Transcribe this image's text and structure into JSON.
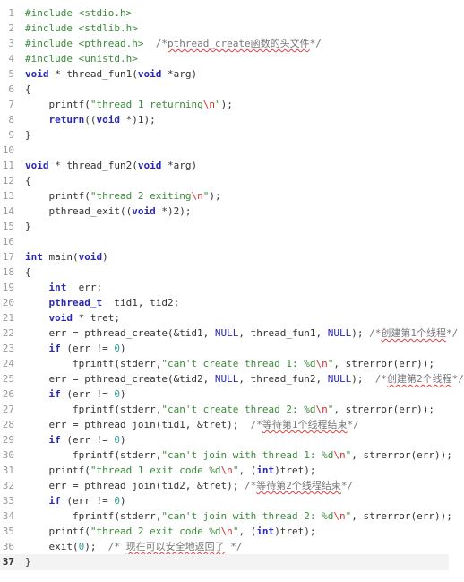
{
  "lines": [
    {
      "n": "1",
      "tokens": [
        [
          "pp",
          "#include <stdio.h>"
        ]
      ]
    },
    {
      "n": "2",
      "tokens": [
        [
          "pp",
          "#include <stdlib.h>"
        ]
      ]
    },
    {
      "n": "3",
      "tokens": [
        [
          "pp",
          "#include <pthread.h>"
        ],
        [
          "txt",
          "  "
        ],
        [
          "cm",
          "/*"
        ],
        [
          "cmsq",
          "pthread_create函数的头文件"
        ],
        [
          "cm",
          "*/"
        ]
      ]
    },
    {
      "n": "4",
      "tokens": [
        [
          "pp",
          "#include <unistd.h>"
        ]
      ]
    },
    {
      "n": "5",
      "tokens": [
        [
          "kw",
          "void"
        ],
        [
          "txt",
          " * thread_fun1("
        ],
        [
          "kw",
          "void"
        ],
        [
          "txt",
          " *arg)"
        ]
      ]
    },
    {
      "n": "6",
      "tokens": [
        [
          "txt",
          "{"
        ]
      ]
    },
    {
      "n": "7",
      "tokens": [
        [
          "txt",
          "    printf("
        ],
        [
          "str",
          "\"thread 1 returning"
        ],
        [
          "esc",
          "\\n"
        ],
        [
          "str",
          "\""
        ],
        [
          "txt",
          ");"
        ]
      ]
    },
    {
      "n": "8",
      "tokens": [
        [
          "txt",
          "    "
        ],
        [
          "kw",
          "return"
        ],
        [
          "txt",
          "(("
        ],
        [
          "kw",
          "void"
        ],
        [
          "txt",
          " *)1);"
        ]
      ]
    },
    {
      "n": "9",
      "tokens": [
        [
          "txt",
          "}"
        ]
      ]
    },
    {
      "n": "10",
      "tokens": []
    },
    {
      "n": "11",
      "tokens": [
        [
          "kw",
          "void"
        ],
        [
          "txt",
          " * thread_fun2("
        ],
        [
          "kw",
          "void"
        ],
        [
          "txt",
          " *arg)"
        ]
      ]
    },
    {
      "n": "12",
      "tokens": [
        [
          "txt",
          "{"
        ]
      ]
    },
    {
      "n": "13",
      "tokens": [
        [
          "txt",
          "    printf("
        ],
        [
          "str",
          "\"thread 2 exiting"
        ],
        [
          "esc",
          "\\n"
        ],
        [
          "str",
          "\""
        ],
        [
          "txt",
          ");"
        ]
      ]
    },
    {
      "n": "14",
      "tokens": [
        [
          "txt",
          "    pthread_exit(("
        ],
        [
          "kw",
          "void"
        ],
        [
          "txt",
          " *)2);"
        ]
      ]
    },
    {
      "n": "15",
      "tokens": [
        [
          "txt",
          "}"
        ]
      ]
    },
    {
      "n": "16",
      "tokens": []
    },
    {
      "n": "17",
      "tokens": [
        [
          "kw",
          "int"
        ],
        [
          "txt",
          " main("
        ],
        [
          "kw",
          "void"
        ],
        [
          "txt",
          ")"
        ]
      ]
    },
    {
      "n": "18",
      "tokens": [
        [
          "txt",
          "{"
        ]
      ]
    },
    {
      "n": "19",
      "tokens": [
        [
          "txt",
          "    "
        ],
        [
          "kw",
          "int"
        ],
        [
          "txt",
          "  err;"
        ]
      ]
    },
    {
      "n": "20",
      "tokens": [
        [
          "txt",
          "    "
        ],
        [
          "kw",
          "pthread_t"
        ],
        [
          "txt",
          "  tid1, tid2;"
        ]
      ]
    },
    {
      "n": "21",
      "tokens": [
        [
          "txt",
          "    "
        ],
        [
          "kw",
          "void"
        ],
        [
          "txt",
          " * tret;"
        ]
      ]
    },
    {
      "n": "22",
      "tokens": [
        [
          "txt",
          "    err = pthread_create(&tid1, "
        ],
        [
          "kwn",
          "NULL"
        ],
        [
          "txt",
          ", thread_fun1, "
        ],
        [
          "kwn",
          "NULL"
        ],
        [
          "txt",
          "); "
        ],
        [
          "cm",
          "/*"
        ],
        [
          "cmsq",
          "创建第1个线程"
        ],
        [
          "cm",
          "*/"
        ]
      ]
    },
    {
      "n": "23",
      "tokens": [
        [
          "txt",
          "    "
        ],
        [
          "kw",
          "if"
        ],
        [
          "txt",
          " (err != "
        ],
        [
          "num",
          "0"
        ],
        [
          "txt",
          ")"
        ]
      ]
    },
    {
      "n": "24",
      "tokens": [
        [
          "txt",
          "        fprintf(stderr,"
        ],
        [
          "str",
          "\"can't create thread 1: %d"
        ],
        [
          "esc",
          "\\n"
        ],
        [
          "str",
          "\""
        ],
        [
          "txt",
          ", strerror(err));"
        ]
      ]
    },
    {
      "n": "25",
      "tokens": [
        [
          "txt",
          "    err = pthread_create(&tid2, "
        ],
        [
          "kwn",
          "NULL"
        ],
        [
          "txt",
          ", thread_fun2, "
        ],
        [
          "kwn",
          "NULL"
        ],
        [
          "txt",
          ");  "
        ],
        [
          "cm",
          "/*"
        ],
        [
          "cmsq",
          "创建第2个线程"
        ],
        [
          "cm",
          "*/"
        ]
      ]
    },
    {
      "n": "26",
      "tokens": [
        [
          "txt",
          "    "
        ],
        [
          "kw",
          "if"
        ],
        [
          "txt",
          " (err != "
        ],
        [
          "num",
          "0"
        ],
        [
          "txt",
          ")"
        ]
      ]
    },
    {
      "n": "27",
      "tokens": [
        [
          "txt",
          "        fprintf(stderr,"
        ],
        [
          "str",
          "\"can't create thread 2: %d"
        ],
        [
          "esc",
          "\\n"
        ],
        [
          "str",
          "\""
        ],
        [
          "txt",
          ", strerror(err));"
        ]
      ]
    },
    {
      "n": "28",
      "tokens": [
        [
          "txt",
          "    err = pthread_join(tid1, &tret);  "
        ],
        [
          "cm",
          "/*"
        ],
        [
          "cmsq",
          "等待第1个线程结束"
        ],
        [
          "cm",
          "*/"
        ]
      ]
    },
    {
      "n": "29",
      "tokens": [
        [
          "txt",
          "    "
        ],
        [
          "kw",
          "if"
        ],
        [
          "txt",
          " (err != "
        ],
        [
          "num",
          "0"
        ],
        [
          "txt",
          ")"
        ]
      ]
    },
    {
      "n": "30",
      "tokens": [
        [
          "txt",
          "        fprintf(stderr,"
        ],
        [
          "str",
          "\"can't join with thread 1: %d"
        ],
        [
          "esc",
          "\\n"
        ],
        [
          "str",
          "\""
        ],
        [
          "txt",
          ", strerror(err));"
        ]
      ]
    },
    {
      "n": "31",
      "tokens": [
        [
          "txt",
          "    printf("
        ],
        [
          "str",
          "\"thread 1 exit code %d"
        ],
        [
          "esc",
          "\\n"
        ],
        [
          "str",
          "\""
        ],
        [
          "txt",
          ", ("
        ],
        [
          "kw",
          "int"
        ],
        [
          "txt",
          ")tret);"
        ]
      ]
    },
    {
      "n": "32",
      "tokens": [
        [
          "txt",
          "    err = pthread_join(tid2, &tret); "
        ],
        [
          "cm",
          "/*"
        ],
        [
          "cmsq",
          "等待第2个线程结束"
        ],
        [
          "cm",
          "*/"
        ]
      ]
    },
    {
      "n": "33",
      "tokens": [
        [
          "txt",
          "    "
        ],
        [
          "kw",
          "if"
        ],
        [
          "txt",
          " (err != "
        ],
        [
          "num",
          "0"
        ],
        [
          "txt",
          ")"
        ]
      ]
    },
    {
      "n": "34",
      "tokens": [
        [
          "txt",
          "        fprintf(stderr,"
        ],
        [
          "str",
          "\"can't join with thread 2: %d"
        ],
        [
          "esc",
          "\\n"
        ],
        [
          "str",
          "\""
        ],
        [
          "txt",
          ", strerror(err));"
        ]
      ]
    },
    {
      "n": "35",
      "tokens": [
        [
          "txt",
          "    printf("
        ],
        [
          "str",
          "\"thread 2 exit code %d"
        ],
        [
          "esc",
          "\\n"
        ],
        [
          "str",
          "\""
        ],
        [
          "txt",
          ", ("
        ],
        [
          "kw",
          "int"
        ],
        [
          "txt",
          ")tret);"
        ]
      ]
    },
    {
      "n": "36",
      "tokens": [
        [
          "txt",
          "    exit("
        ],
        [
          "num",
          "0"
        ],
        [
          "txt",
          ");  "
        ],
        [
          "cm",
          "/* "
        ],
        [
          "cmsq",
          "现在可以安全地返回了"
        ],
        [
          "cm",
          " */"
        ]
      ]
    },
    {
      "n": "37",
      "tokens": [
        [
          "txt",
          "}"
        ]
      ]
    }
  ],
  "current_line": "37",
  "colors": {
    "preprocessor": "#3b8a3b",
    "keyword": "#2929b8",
    "string": "#3b8a3b",
    "escape": "#d23030",
    "number": "#2aa198",
    "comment": "#777777",
    "spellcheck_underline": "#e04040"
  }
}
